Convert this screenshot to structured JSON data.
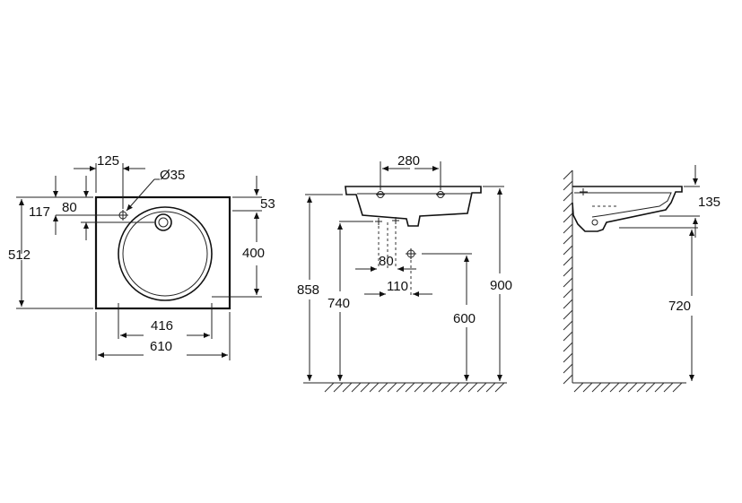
{
  "top_view": {
    "dim_125": "125",
    "dim_hole": "Ø35",
    "dim_117": "117",
    "dim_80": "80",
    "dim_512": "512",
    "dim_53": "53",
    "dim_400": "400",
    "dim_416": "416",
    "dim_610": "610"
  },
  "front_view": {
    "dim_280": "280",
    "dim_858": "858",
    "dim_740": "740",
    "dim_80": "80",
    "dim_110": "110",
    "dim_600": "600",
    "dim_900": "900"
  },
  "side_view": {
    "dim_135": "135",
    "dim_720": "720"
  }
}
